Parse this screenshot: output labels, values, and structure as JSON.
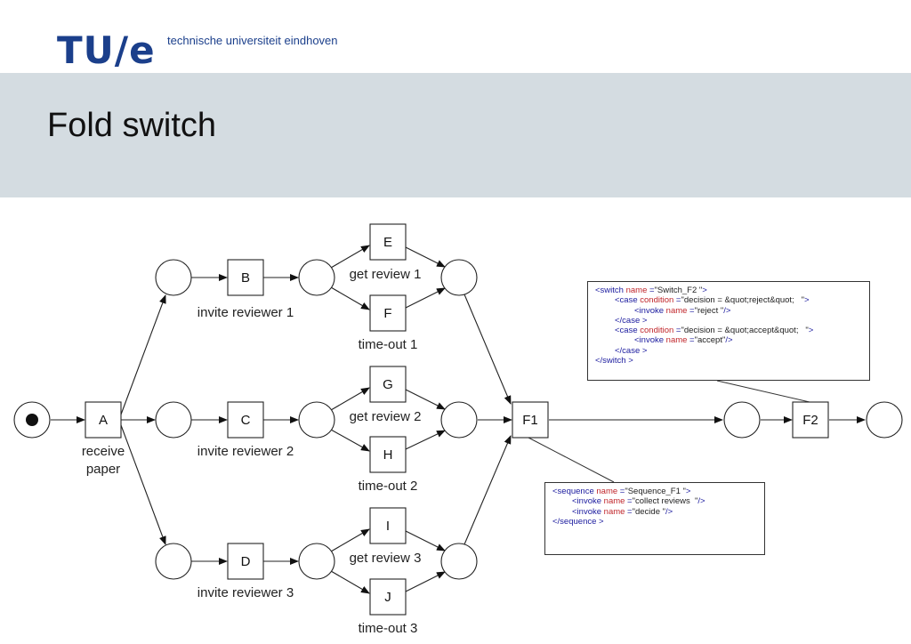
{
  "header": {
    "logo_text": "TU/e",
    "tagline": "technische universiteit eindhoven",
    "title": "Fold switch"
  },
  "diagram": {
    "transitions": [
      {
        "id": "A",
        "label": "A",
        "caption": [
          "receive",
          "paper"
        ]
      },
      {
        "id": "B",
        "label": "B",
        "caption": [
          "invite reviewer 1"
        ]
      },
      {
        "id": "C",
        "label": "C",
        "caption": [
          "invite reviewer 2"
        ]
      },
      {
        "id": "D",
        "label": "D",
        "caption": [
          "invite reviewer 3"
        ]
      },
      {
        "id": "E",
        "label": "E",
        "caption": []
      },
      {
        "id": "F",
        "label": "F",
        "caption": [
          "time-out 1"
        ]
      },
      {
        "id": "G",
        "label": "G",
        "caption": []
      },
      {
        "id": "H",
        "label": "H",
        "caption": [
          "time-out 2"
        ]
      },
      {
        "id": "I",
        "label": "I",
        "caption": []
      },
      {
        "id": "J",
        "label": "J",
        "caption": [
          "time-out 3"
        ]
      },
      {
        "id": "F1",
        "label": "F1",
        "caption": []
      },
      {
        "id": "F2",
        "label": "F2",
        "caption": []
      }
    ],
    "review_labels": [
      "get review 1",
      "get review 2",
      "get review 3"
    ]
  },
  "switch_code": {
    "lines": [
      {
        "indent": 0,
        "parts": [
          [
            "kw",
            "<switch "
          ],
          [
            "at",
            "name"
          ],
          [
            "kw",
            " ="
          ],
          [
            "vl",
            "\"Switch_F2 \""
          ],
          [
            "kw",
            ">"
          ]
        ]
      },
      {
        "indent": 1,
        "parts": [
          [
            "kw",
            "<case "
          ],
          [
            "at",
            "condition"
          ],
          [
            "kw",
            " ="
          ],
          [
            "vl",
            "\"decision = &quot;reject&quot;   \""
          ],
          [
            "kw",
            ">"
          ]
        ]
      },
      {
        "indent": 2,
        "parts": [
          [
            "kw",
            "<invoke "
          ],
          [
            "at",
            "name"
          ],
          [
            "kw",
            " ="
          ],
          [
            "vl",
            "\"reject \""
          ],
          [
            "kw",
            "/>"
          ]
        ]
      },
      {
        "indent": 1,
        "parts": [
          [
            "kw",
            "</case >"
          ]
        ]
      },
      {
        "indent": 1,
        "parts": [
          [
            "kw",
            "<case "
          ],
          [
            "at",
            "condition"
          ],
          [
            "kw",
            " ="
          ],
          [
            "vl",
            "\"decision = &quot;accept&quot;   \""
          ],
          [
            "kw",
            ">"
          ]
        ]
      },
      {
        "indent": 2,
        "parts": [
          [
            "kw",
            "<invoke "
          ],
          [
            "at",
            "name"
          ],
          [
            "kw",
            " ="
          ],
          [
            "vl",
            "\"accept\""
          ],
          [
            "kw",
            "/>"
          ]
        ]
      },
      {
        "indent": 1,
        "parts": [
          [
            "kw",
            "</case >"
          ]
        ]
      },
      {
        "indent": 0,
        "parts": [
          [
            "kw",
            "</switch >"
          ]
        ]
      }
    ]
  },
  "sequence_code": {
    "lines": [
      {
        "indent": 0,
        "parts": [
          [
            "kw",
            "<sequence "
          ],
          [
            "at",
            "name"
          ],
          [
            "kw",
            " ="
          ],
          [
            "vl",
            "\"Sequence_F1 \""
          ],
          [
            "kw",
            ">"
          ]
        ]
      },
      {
        "indent": 1,
        "parts": [
          [
            "kw",
            "<invoke "
          ],
          [
            "at",
            "name"
          ],
          [
            "kw",
            " ="
          ],
          [
            "vl",
            "\"collect reviews  \""
          ],
          [
            "kw",
            "/>"
          ]
        ]
      },
      {
        "indent": 1,
        "parts": [
          [
            "kw",
            "<invoke "
          ],
          [
            "at",
            "name"
          ],
          [
            "kw",
            " ="
          ],
          [
            "vl",
            "\"decide \""
          ],
          [
            "kw",
            "/>"
          ]
        ]
      },
      {
        "indent": 0,
        "parts": [
          [
            "kw",
            "</sequence >"
          ]
        ]
      }
    ]
  }
}
